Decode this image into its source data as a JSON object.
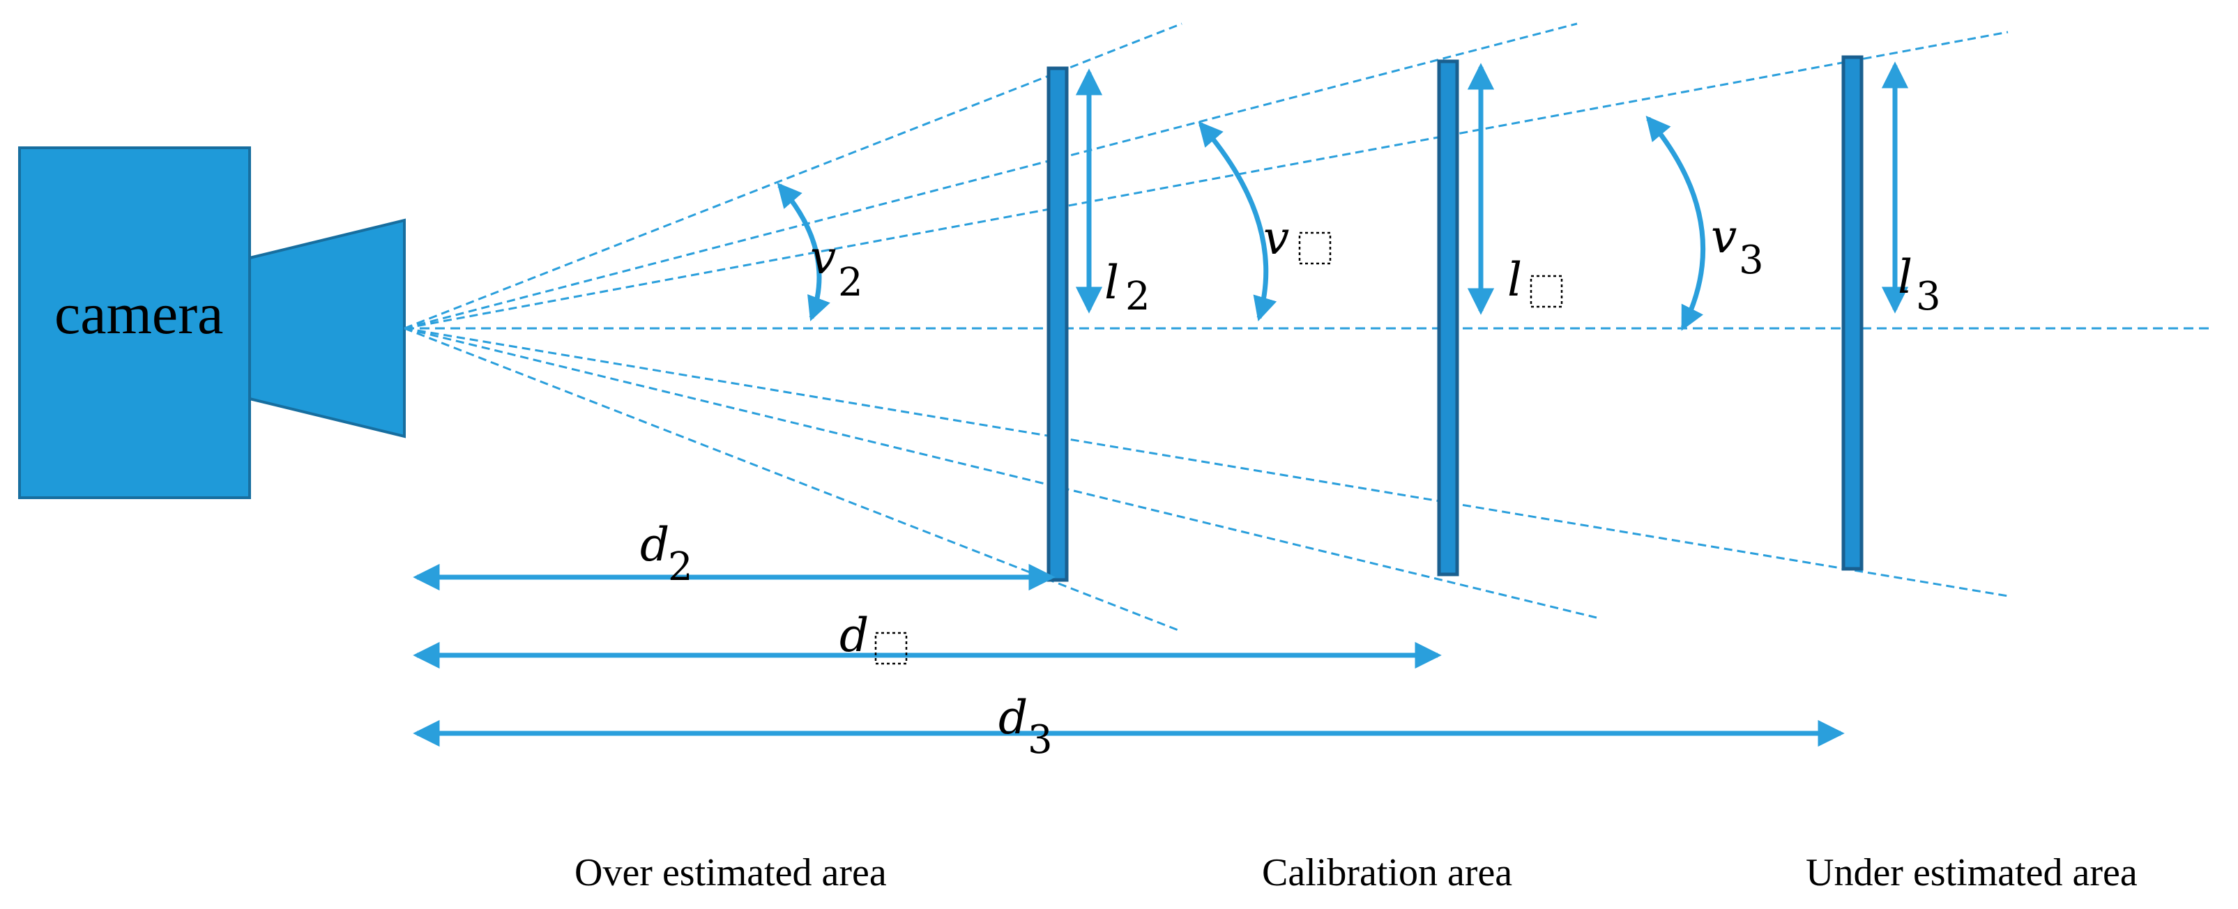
{
  "camera": {
    "label": "camera",
    "icon": "camera-icon",
    "color": "#1f9ad9"
  },
  "accent_color": "#2a9fdc",
  "symbols": {
    "v2": {
      "base": "v",
      "sub": "2"
    },
    "v_cal": {
      "base": "v",
      "sub": ""
    },
    "v3": {
      "base": "v",
      "sub": "3"
    },
    "l2": {
      "base": "l",
      "sub": "2"
    },
    "l_cal": {
      "base": "l",
      "sub": ""
    },
    "l3": {
      "base": "l",
      "sub": "3"
    },
    "d2": {
      "base": "d",
      "sub": "2"
    },
    "d_cal": {
      "base": "d",
      "sub": ""
    },
    "d3": {
      "base": "d",
      "sub": "3"
    }
  },
  "areas": {
    "over": "Over estimated area",
    "calibration": "Calibration area",
    "under": "Under estimated area"
  }
}
